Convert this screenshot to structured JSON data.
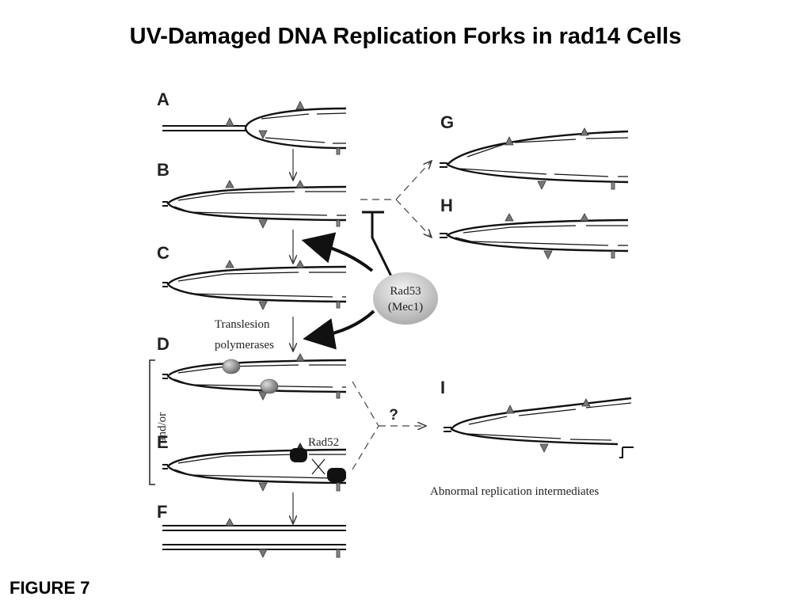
{
  "title": "UV-Damaged DNA Replication Forks in rad14 Cells",
  "figure_label": "FIGURE 7",
  "panels": {
    "A": "A",
    "B": "B",
    "C": "C",
    "D": "D",
    "E": "E",
    "F": "F",
    "G": "G",
    "H": "H",
    "I": "I"
  },
  "labels": {
    "rad53_line1": "Rad53",
    "rad53_line2": "(Mec1)",
    "translesion_line1": "Translesion",
    "translesion_line2": "polymerases",
    "and_or": "and/or",
    "rad52": "Rad52",
    "question": "?",
    "abnormal": "Abnormal replication intermediates"
  }
}
